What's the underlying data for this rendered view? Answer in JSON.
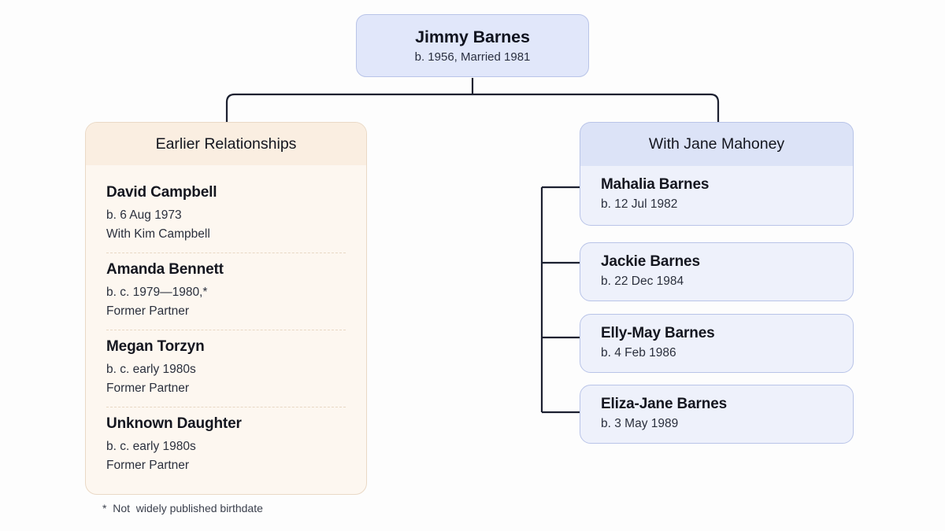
{
  "colors": {
    "background": "#fdfdfd",
    "blue_node": "#e1e7fa",
    "blue_header": "#dce3f7",
    "blue_card": "#eef1fb",
    "blue_border": "#b9c4e8",
    "cream_panel": "#fdf7f0",
    "cream_header": "#faeee1",
    "cream_border": "#ead9c6",
    "connector": "#1c2030",
    "text_primary": "#14161f",
    "text_secondary": "#2b303d"
  },
  "root": {
    "name": "Jimmy Barnes",
    "detail": "b. 1956, Married 1981"
  },
  "left_panel": {
    "title": "Earlier Relationships",
    "entries": [
      {
        "name": "David Campbell",
        "birth": "b. 6 Aug 1973",
        "relation": "With Kim Campbell"
      },
      {
        "name": "Amanda Bennett",
        "birth": "b. c. 1979—1980,*",
        "relation": "Former Partner"
      },
      {
        "name": "Megan Torzyn",
        "birth": "b. c. early 1980s",
        "relation": "Former Partner"
      },
      {
        "name": "Unknown Daughter",
        "birth": "b. c. early 1980s",
        "relation": "Former Partner"
      }
    ]
  },
  "right_panel": {
    "title": "With Jane Mahoney",
    "children": [
      {
        "name": "Mahalia Barnes",
        "birth": "b. 12 Jul 1982"
      },
      {
        "name": "Jackie Barnes",
        "birth": "b. 22 Dec 1984"
      },
      {
        "name": "Elly-May Barnes",
        "birth": "b. 4 Feb 1986"
      },
      {
        "name": "Eliza-Jane Barnes",
        "birth": "b. 3 May 1989"
      }
    ]
  },
  "footnote": "*  Not  widely published birthdate"
}
